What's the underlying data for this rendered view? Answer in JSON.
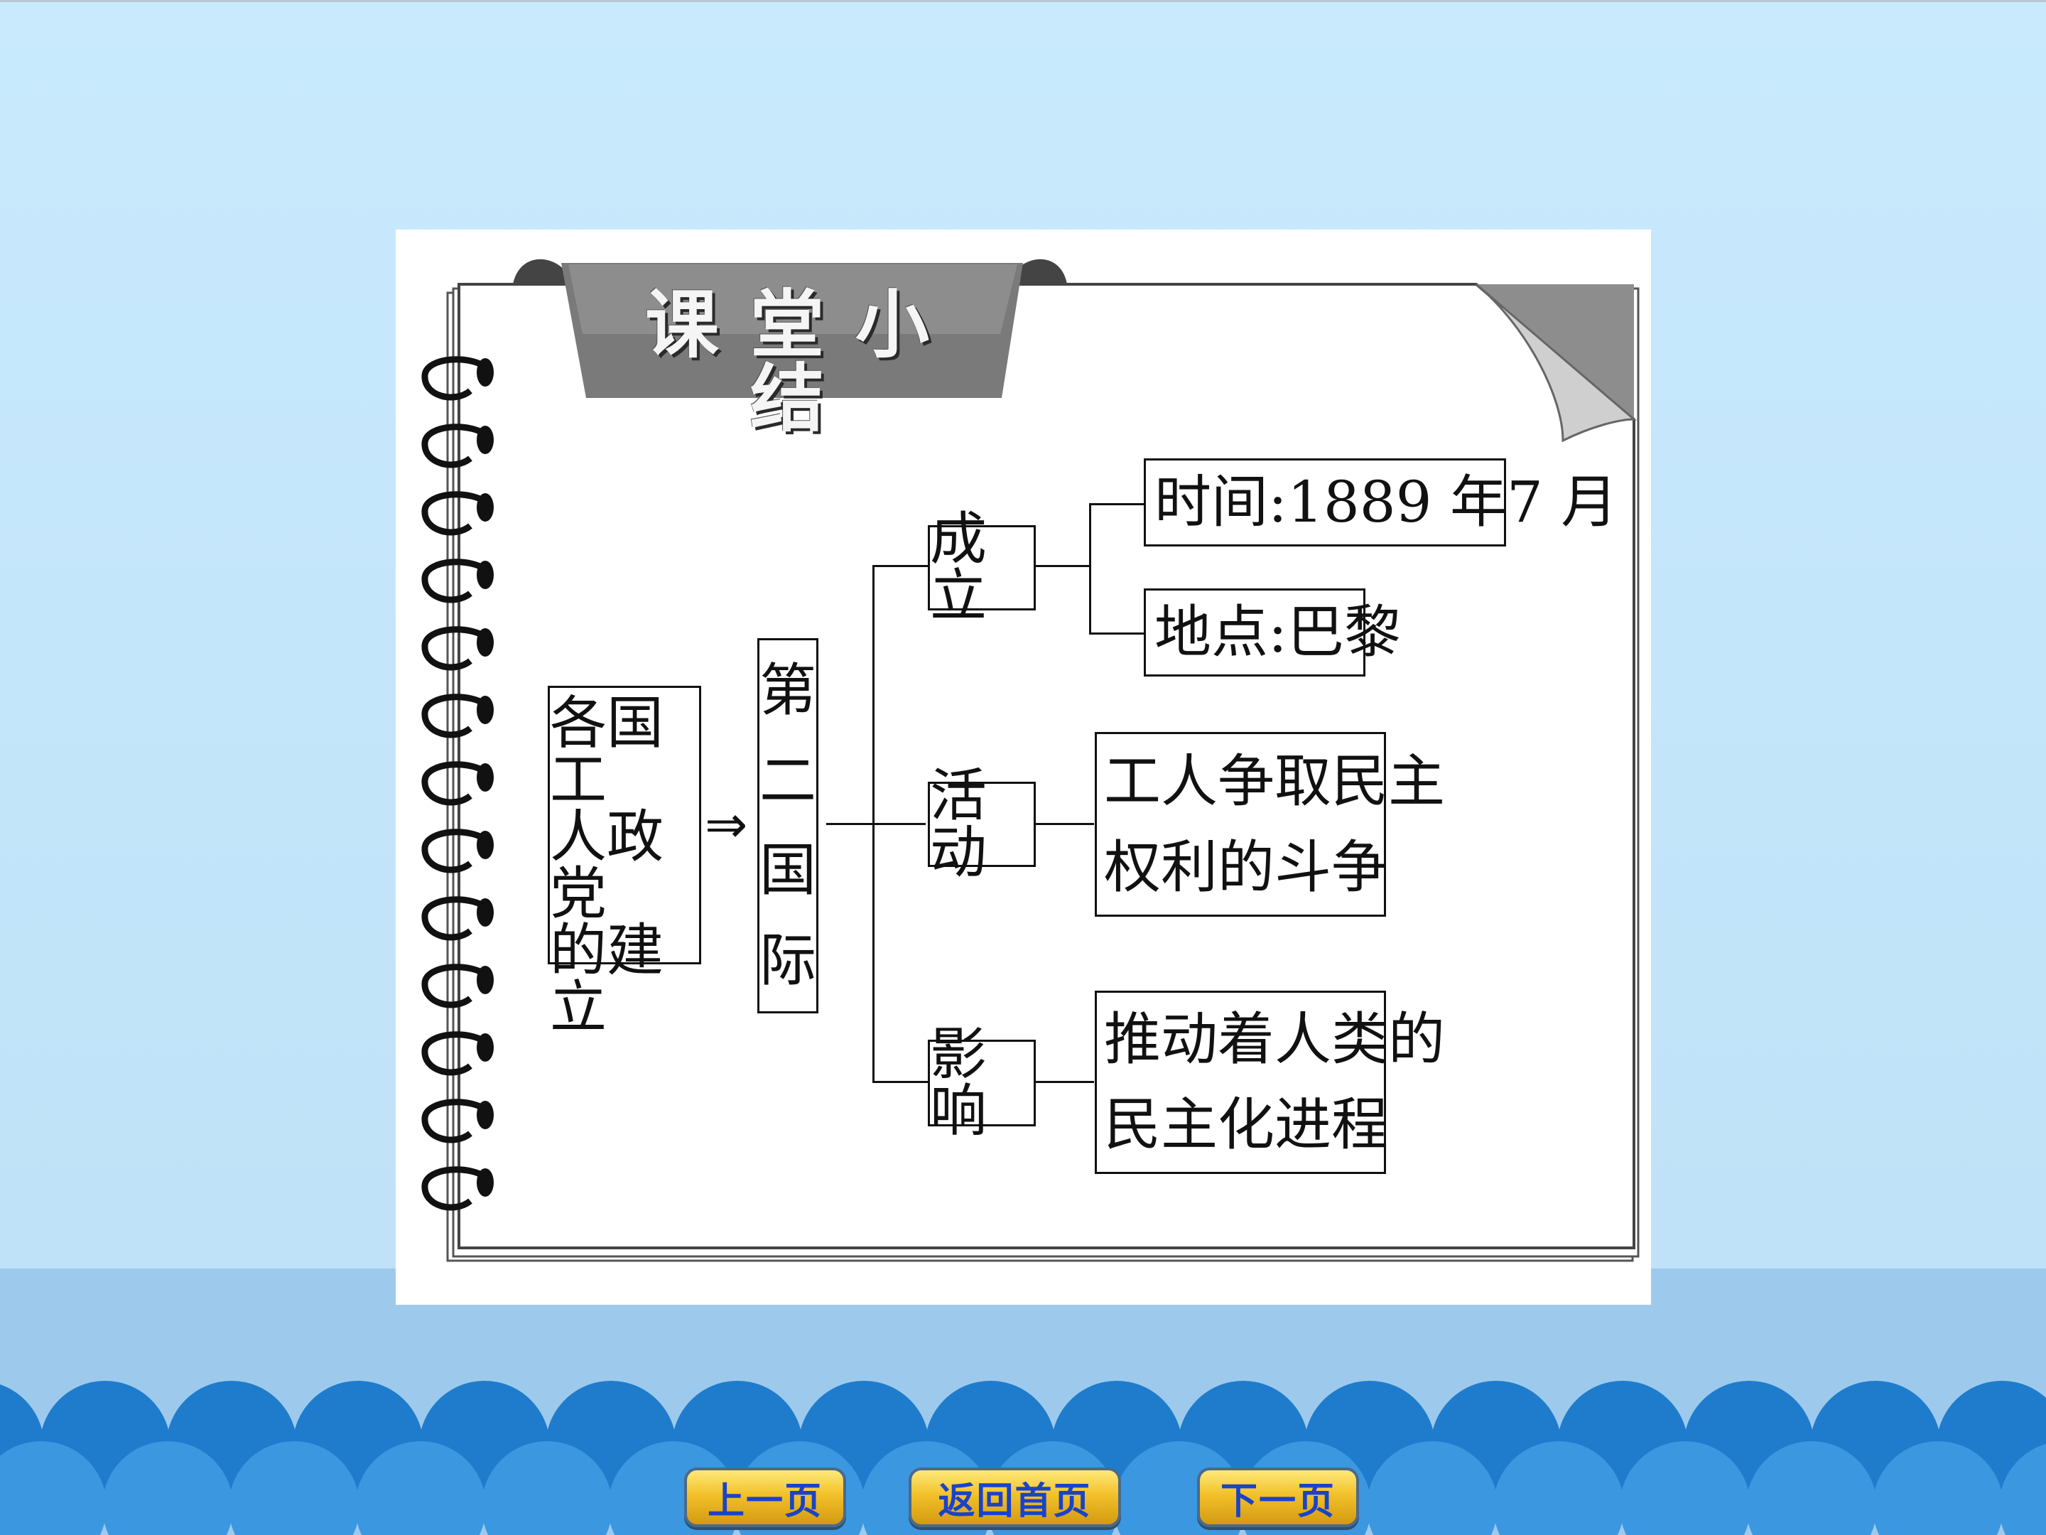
{
  "slide": {
    "title": "课堂小结",
    "root_box": {
      "lines": [
        "各国工",
        "人政党",
        "的建立"
      ]
    },
    "arrow": "⇒",
    "org_box": {
      "chars": [
        "第",
        "二",
        "国",
        "际"
      ]
    },
    "branches": [
      {
        "label": "成立",
        "details": [
          "时间:1889 年7 月",
          "地点:巴黎"
        ]
      },
      {
        "label": "活动",
        "details": [
          "工人争取民主",
          "权利的斗争"
        ]
      },
      {
        "label": "影响",
        "details": [
          "推动着人类的",
          "民主化进程"
        ]
      }
    ]
  },
  "nav": {
    "prev": "上一页",
    "home": "返回首页",
    "next": "下一页"
  },
  "colors": {
    "sky": "#c6e8fc",
    "band": "#9dcaec",
    "wave": "#2f8dd6",
    "button_text": "#1a43c8",
    "button_fill": "#f2c12a"
  },
  "icons": {
    "binding": "spiral-ring-icon",
    "corner": "page-curl-icon"
  }
}
